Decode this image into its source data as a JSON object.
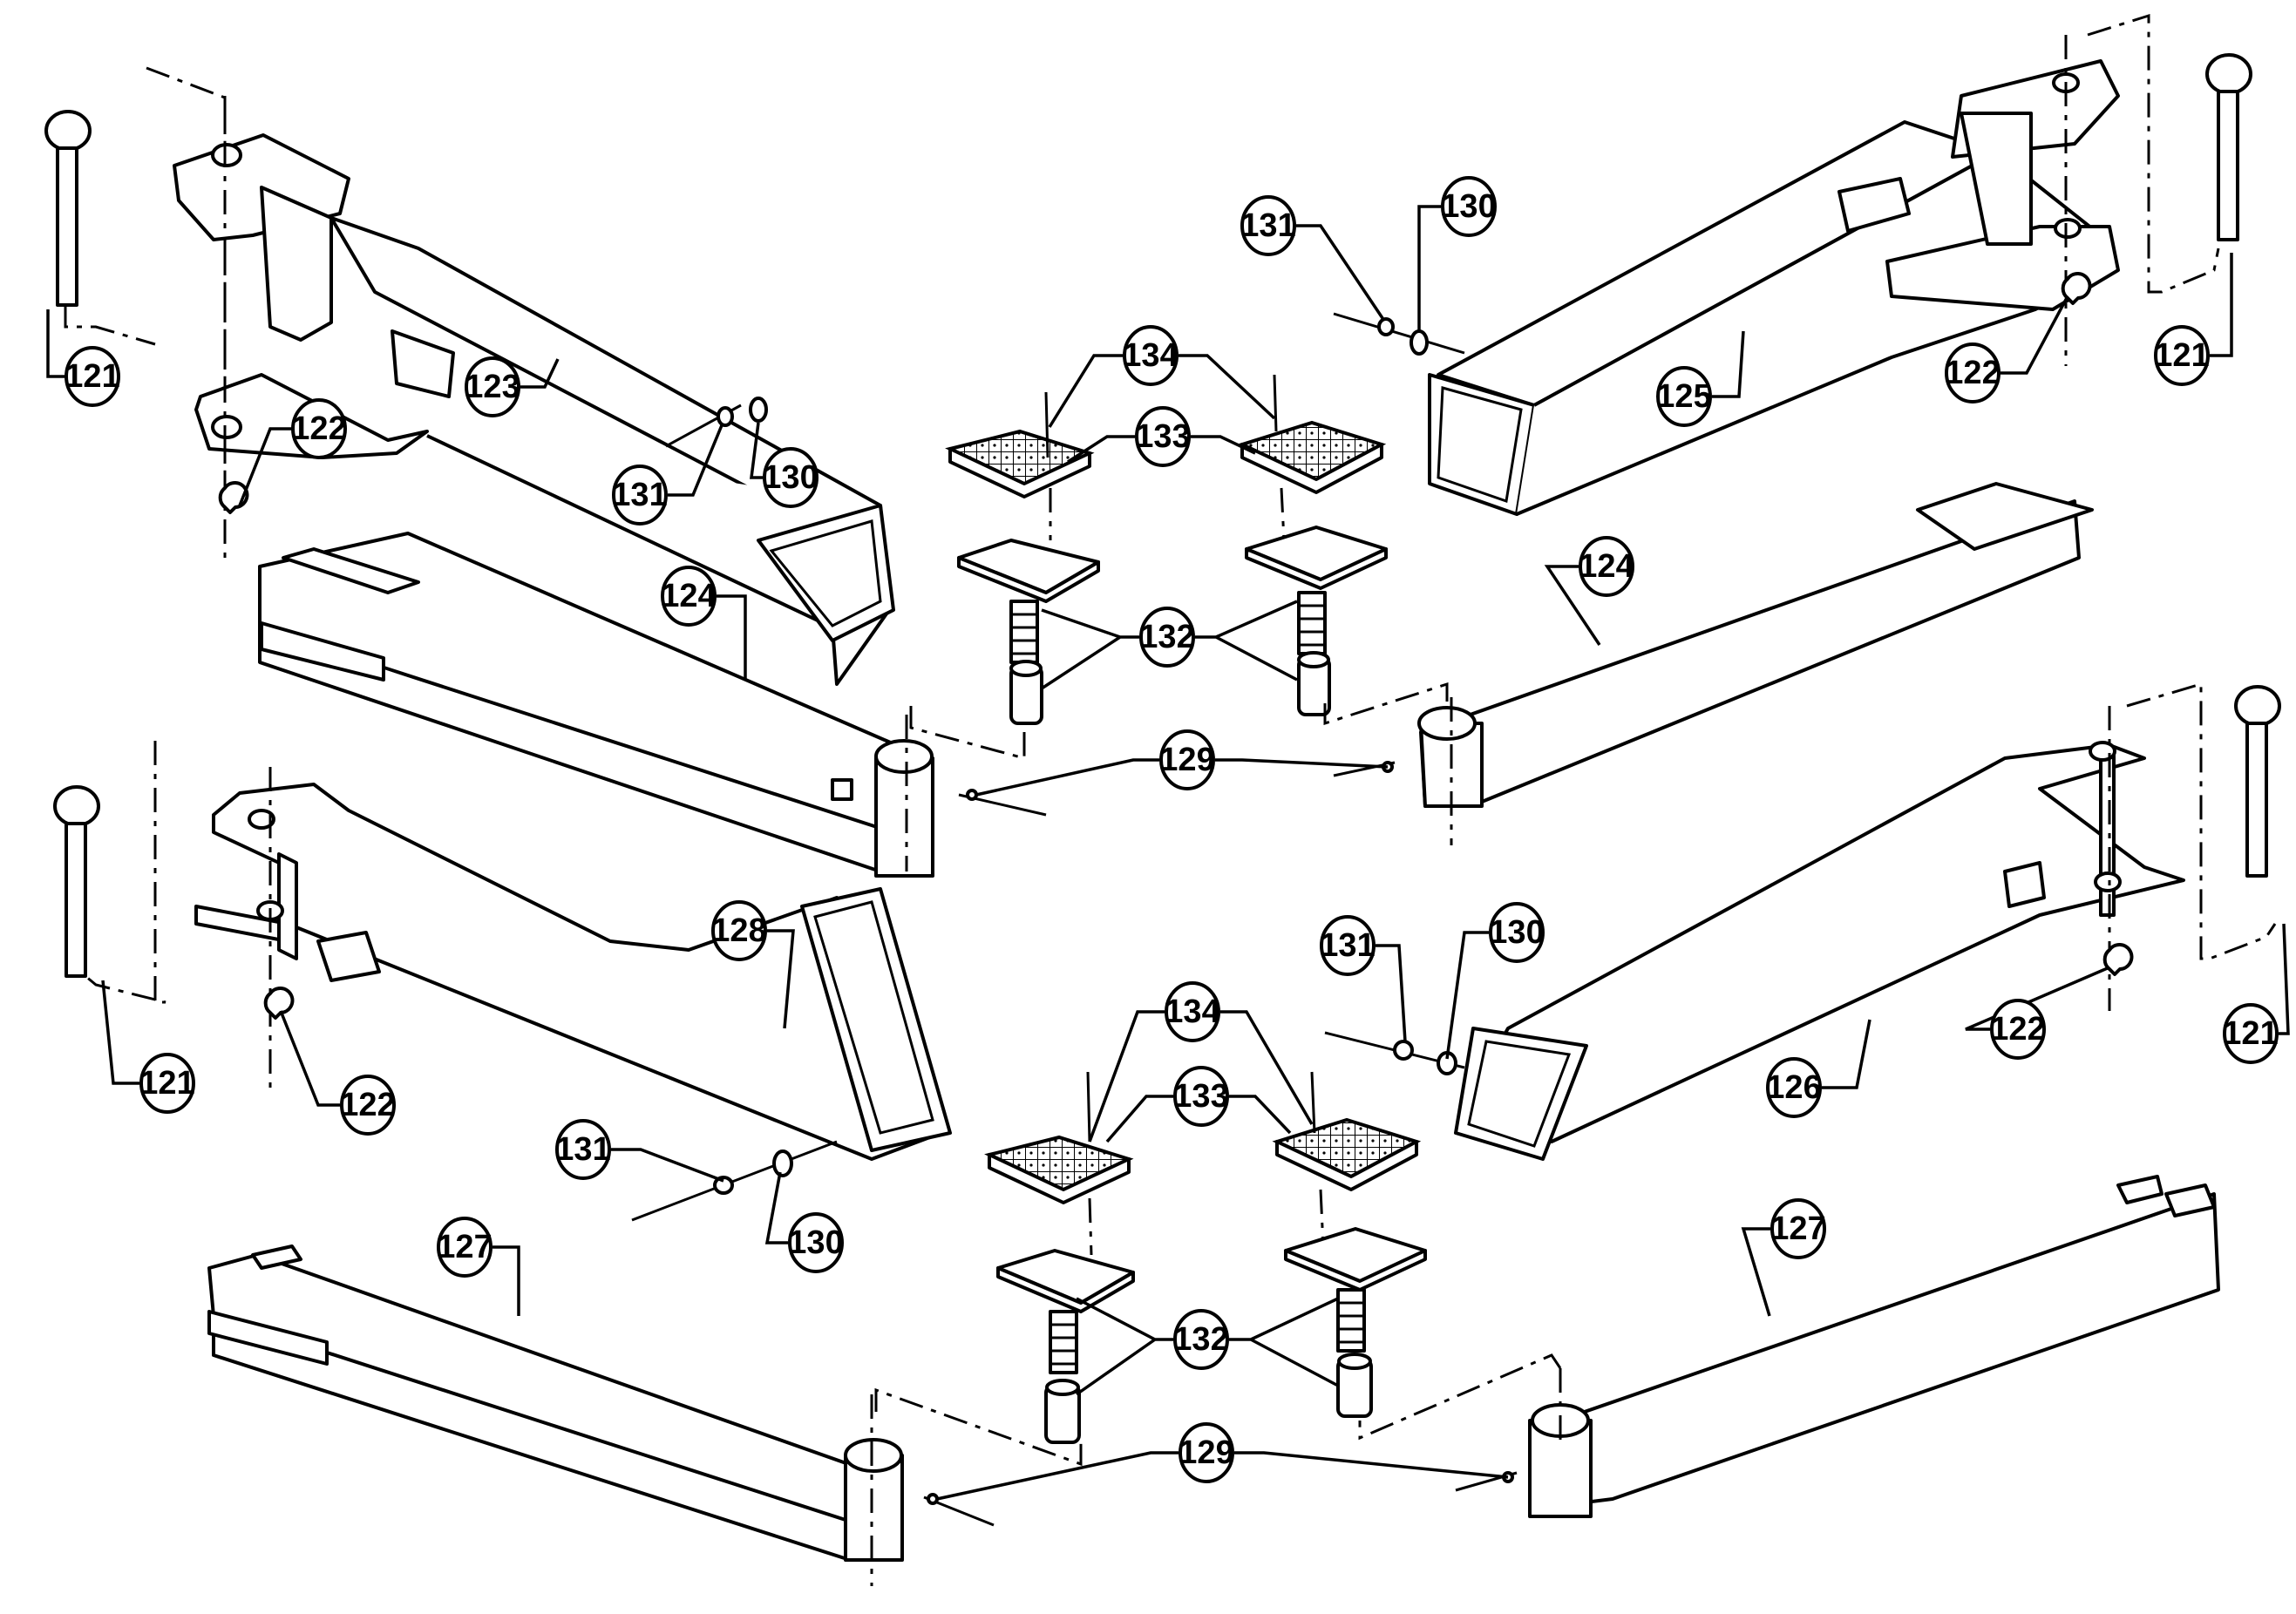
{
  "title": "Lift arm assembly exploded parts diagram",
  "callouts": [
    {
      "id": "c1",
      "label": "121"
    },
    {
      "id": "c2",
      "label": "122"
    },
    {
      "id": "c3",
      "label": "123"
    },
    {
      "id": "c4",
      "label": "131"
    },
    {
      "id": "c5",
      "label": "130"
    },
    {
      "id": "c6",
      "label": "131"
    },
    {
      "id": "c7",
      "label": "130"
    },
    {
      "id": "c8",
      "label": "125"
    },
    {
      "id": "c9",
      "label": "122"
    },
    {
      "id": "c10",
      "label": "121"
    },
    {
      "id": "c11",
      "label": "134"
    },
    {
      "id": "c12",
      "label": "133"
    },
    {
      "id": "c13",
      "label": "124"
    },
    {
      "id": "c14",
      "label": "124"
    },
    {
      "id": "c15",
      "label": "132"
    },
    {
      "id": "c16",
      "label": "129"
    },
    {
      "id": "c17",
      "label": "128"
    },
    {
      "id": "c18",
      "label": "131"
    },
    {
      "id": "c19",
      "label": "130"
    },
    {
      "id": "c20",
      "label": "121"
    },
    {
      "id": "c21",
      "label": "122"
    },
    {
      "id": "c22",
      "label": "121"
    },
    {
      "id": "c23",
      "label": "122"
    },
    {
      "id": "c24",
      "label": "126"
    },
    {
      "id": "c25",
      "label": "134"
    },
    {
      "id": "c26",
      "label": "133"
    },
    {
      "id": "c27",
      "label": "131"
    },
    {
      "id": "c28",
      "label": "130"
    },
    {
      "id": "c29",
      "label": "127"
    },
    {
      "id": "c30",
      "label": "127"
    },
    {
      "id": "c31",
      "label": "132"
    },
    {
      "id": "c32",
      "label": "129"
    }
  ],
  "parts": {
    "pin": "121",
    "clip": "122",
    "arm_front_left": "123",
    "extension_arm": "124",
    "arm_front_right": "125",
    "arm_rear_right": "126",
    "extension_arm_rear": "127",
    "arm_rear_left": "128",
    "screw": "129",
    "washer": "130",
    "bolt": "131",
    "lift_pad_adjuster": "132",
    "rubber_pad": "133",
    "pad_screw": "134"
  }
}
